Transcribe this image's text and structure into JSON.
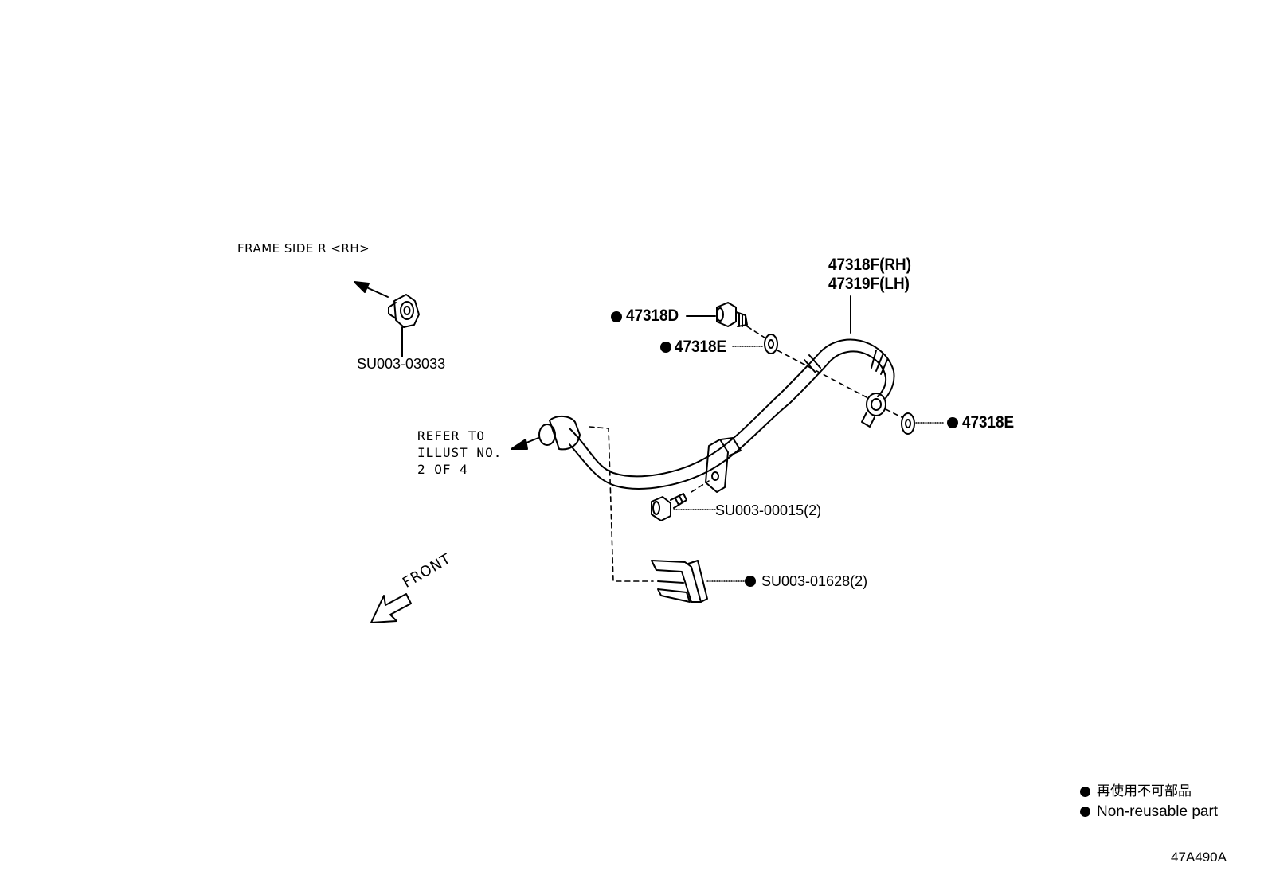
{
  "labels": {
    "frame_side": "FRAME SIDE R <RH>",
    "bolt_su003_03033": "SU003-03033",
    "hose_rh": "47318F(RH)",
    "hose_lh": "47319F(LH)",
    "bolt_47318d": "47318D",
    "gasket_47318e_top": "47318E",
    "gasket_47318e_right": "47318E",
    "refer_to": "REFER TO\nILLUST NO.\n2 OF 4",
    "bolt_su003_00015": "SU003-00015(2)",
    "clip_su003_01628": "SU003-01628(2)",
    "front": "FRONT"
  },
  "legend": {
    "items": [
      {
        "symbol": "filled-circle",
        "text": "再使用不可部品"
      },
      {
        "symbol": "filled-circle",
        "text": "Non-reusable part"
      }
    ]
  },
  "drawing_code": "47A490A"
}
